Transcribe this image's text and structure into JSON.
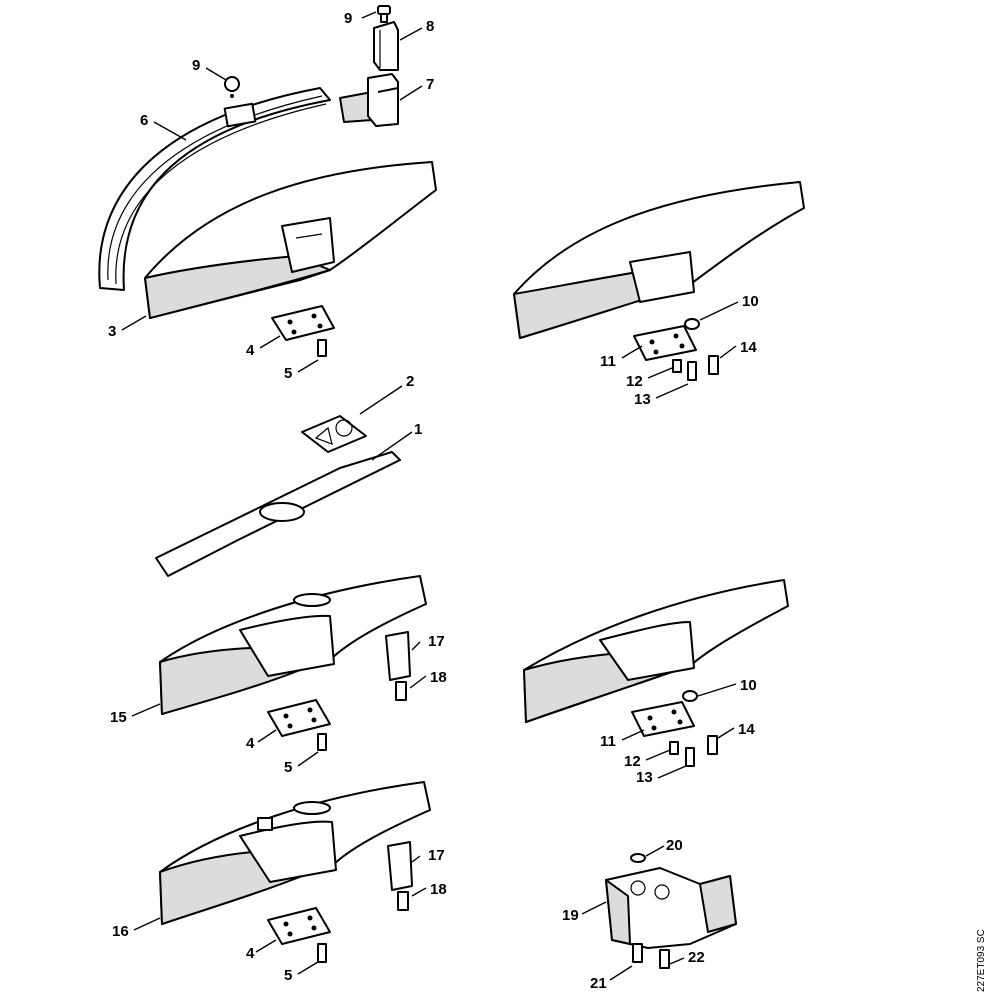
{
  "labels": {
    "p1": "1",
    "p2": "2",
    "p3": "3",
    "p4a": "4",
    "p4b": "4",
    "p4c": "4",
    "p5a": "5",
    "p5b": "5",
    "p5c": "5",
    "p6": "6",
    "p7": "7",
    "p8": "8",
    "p9a": "9",
    "p9b": "9",
    "p10a": "10",
    "p10b": "10",
    "p11a": "11",
    "p11b": "11",
    "p12a": "12",
    "p12b": "12",
    "p13a": "13",
    "p13b": "13",
    "p14a": "14",
    "p14b": "14",
    "p15": "15",
    "p16": "16",
    "p17a": "17",
    "p17b": "17",
    "p18a": "18",
    "p18b": "18",
    "p19": "19",
    "p20": "20",
    "p21": "21",
    "p22": "22"
  },
  "drawing_code": "227ET093 SC"
}
